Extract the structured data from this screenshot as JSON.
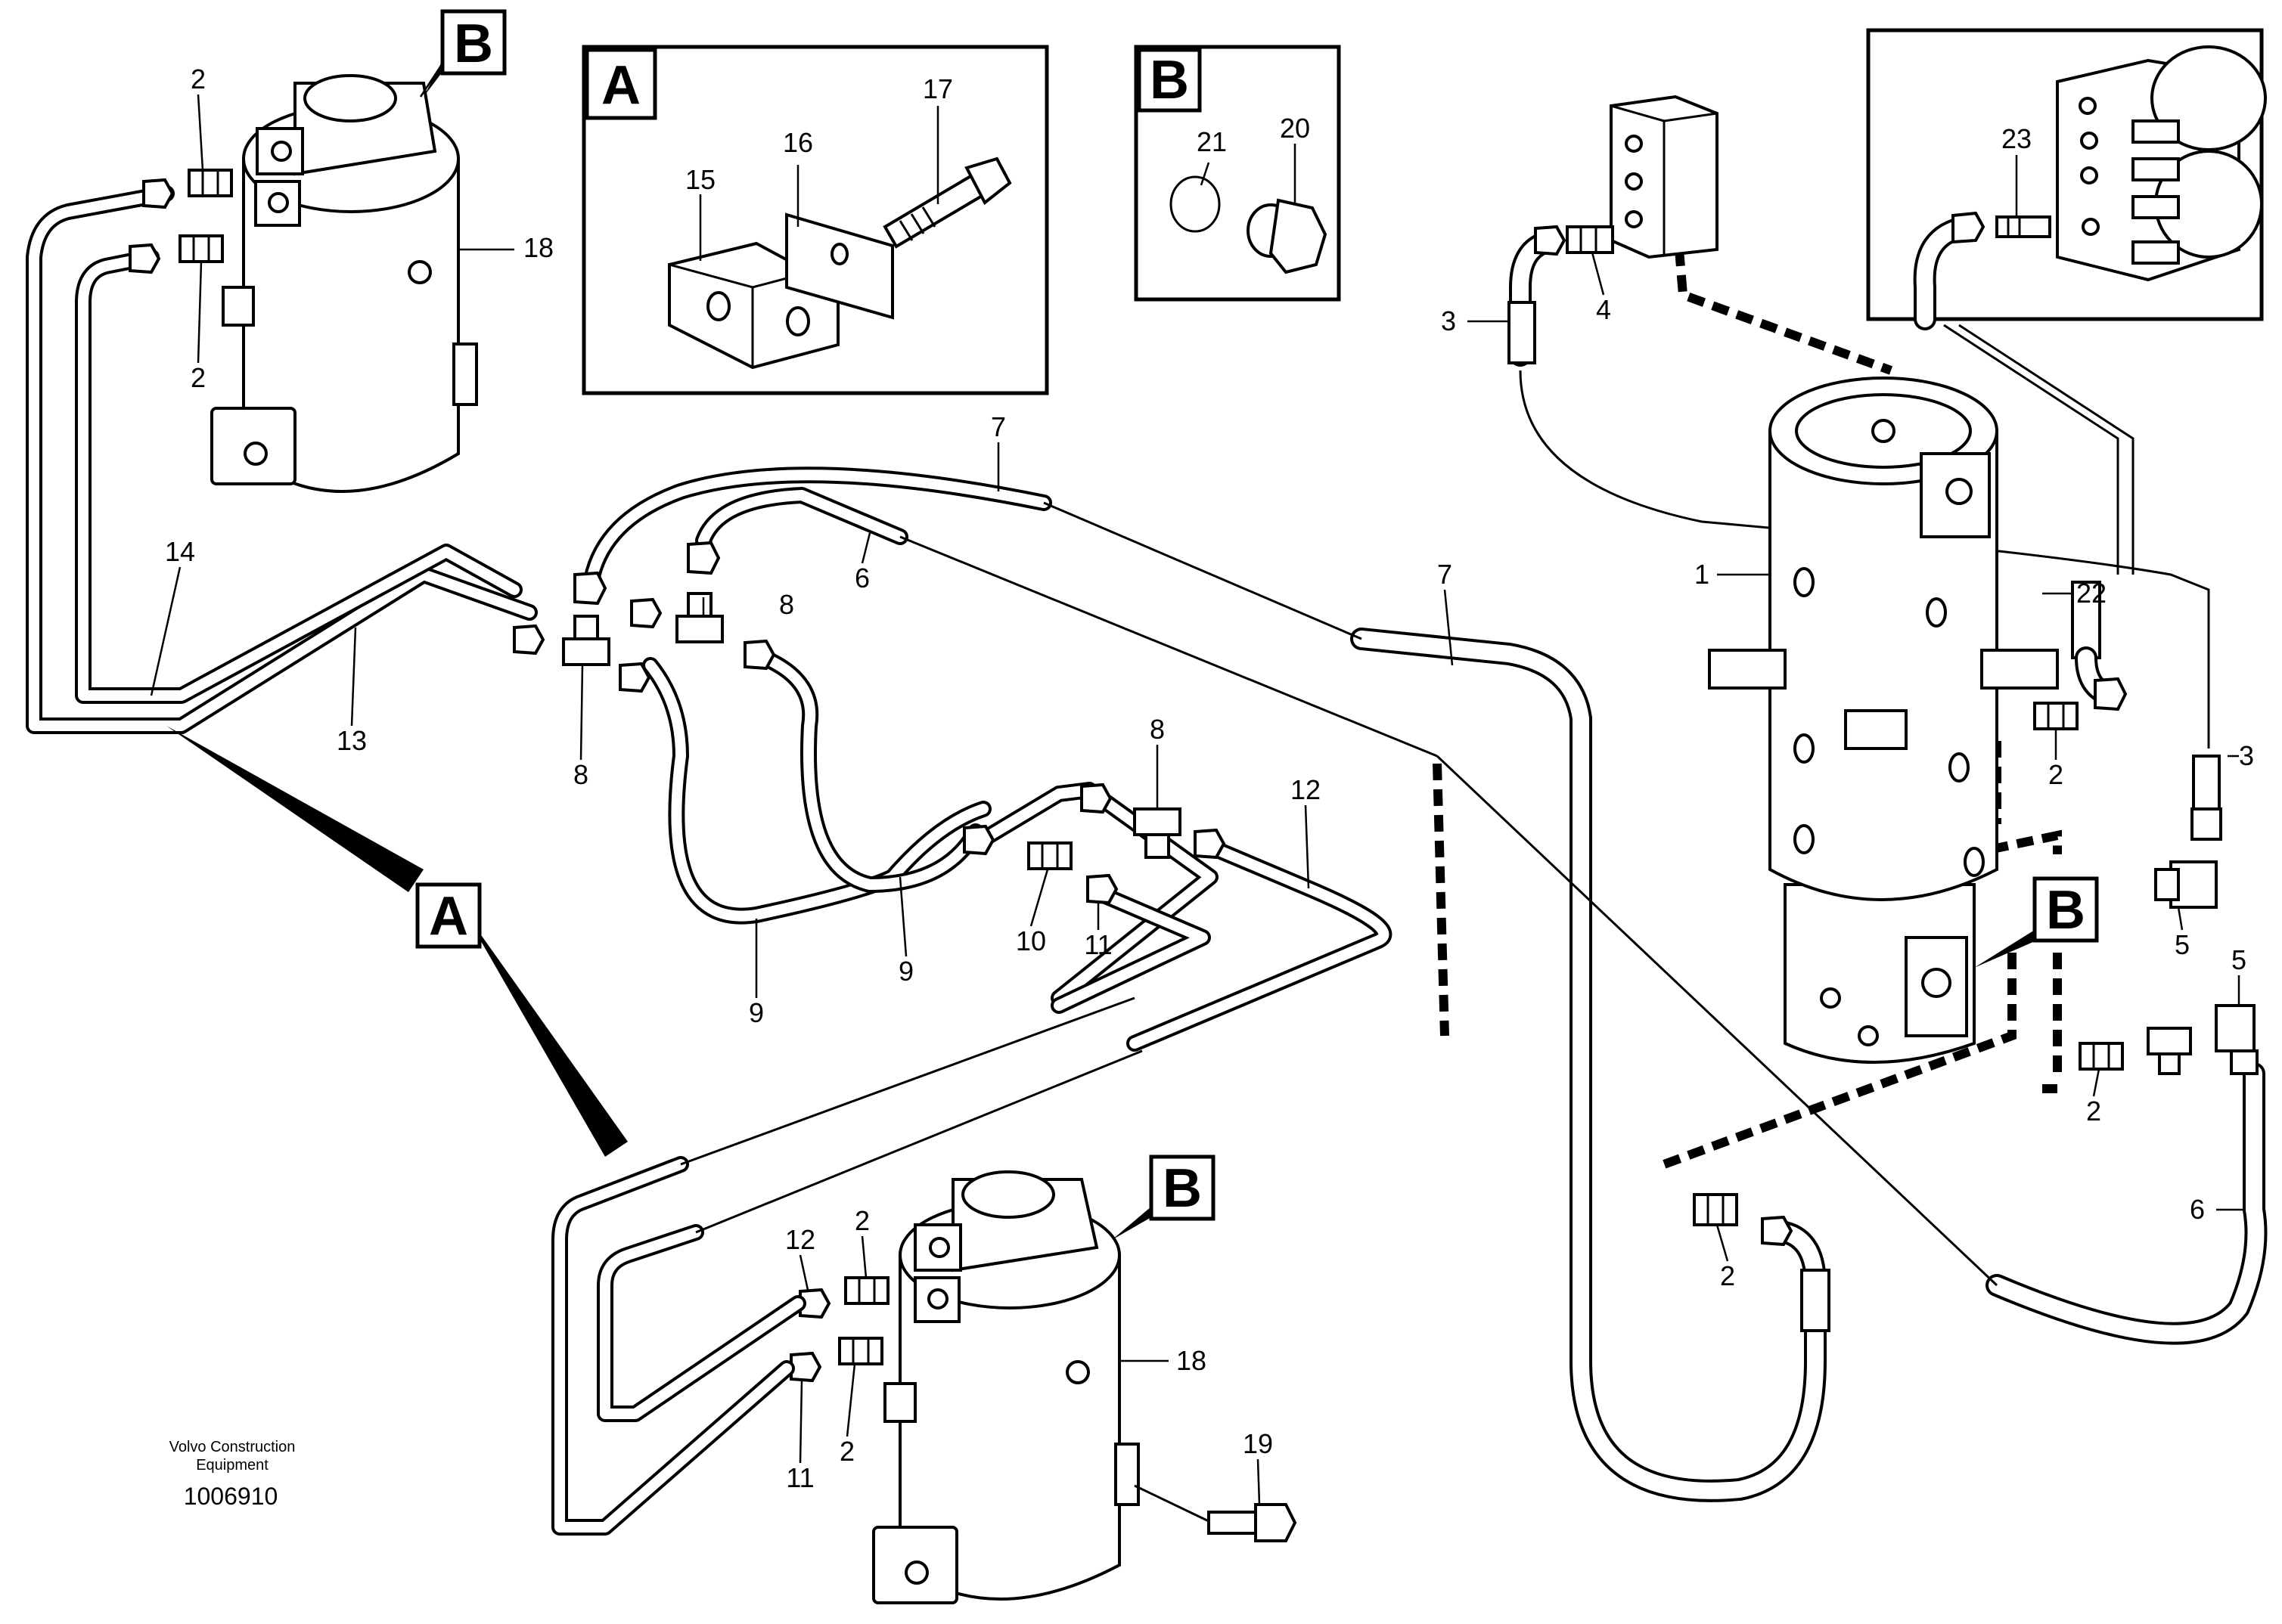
{
  "callout_boxes": {
    "a": {
      "letter": "A"
    },
    "b_top": {
      "letter": "B"
    },
    "b_detail": {
      "letter": "B"
    },
    "b_right": {
      "letter": "B"
    },
    "b_bottom": {
      "letter": "B"
    },
    "a_pointer": {
      "letter": "A"
    }
  },
  "labels": {
    "n1": "1",
    "n2a": "2",
    "n2b": "2",
    "n2c": "2",
    "n2d": "2",
    "n2e": "2",
    "n2f": "2",
    "n2g": "2",
    "n3a": "3",
    "n3b": "3",
    "n4": "4",
    "n5a": "5",
    "n5b": "5",
    "n6a": "6",
    "n6b": "6",
    "n7a": "7",
    "n7b": "7",
    "n8a": "8",
    "n8b": "8",
    "n8c": "8",
    "n9a": "9",
    "n9b": "9",
    "n10": "10",
    "n11a": "11",
    "n11b": "11",
    "n12a": "12",
    "n12b": "12",
    "n13": "13",
    "n14": "14",
    "n15": "15",
    "n16": "16",
    "n17": "17",
    "n18a": "18",
    "n18b": "18",
    "n19": "19",
    "n20": "20",
    "n21": "21",
    "n22": "22",
    "n23": "23"
  },
  "footer": {
    "company_line1": "Volvo Construction",
    "company_line2": "Equipment",
    "drawing_number": "1006910"
  }
}
